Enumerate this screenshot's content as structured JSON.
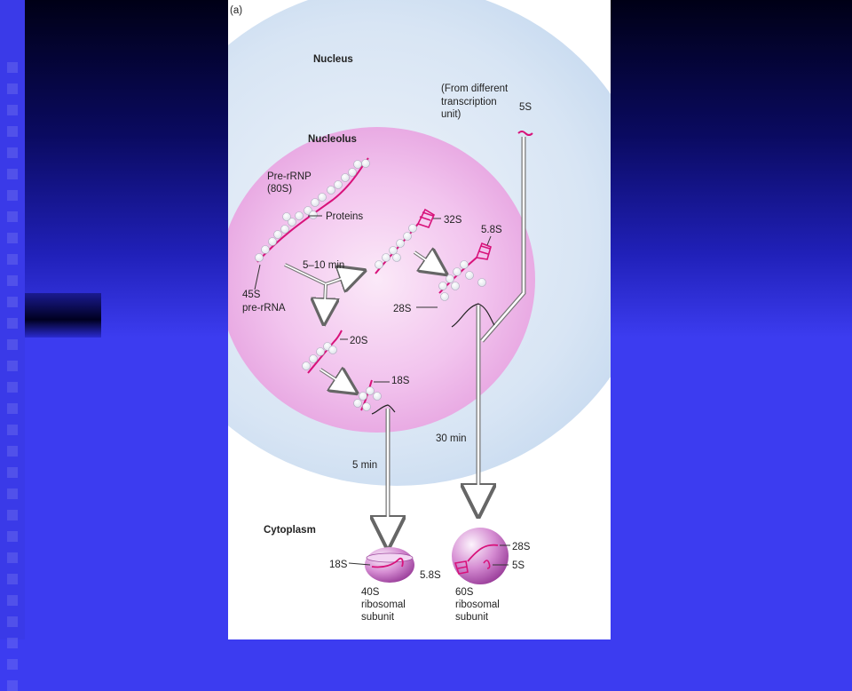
{
  "figure": {
    "panel_label": "(a)",
    "nucleus_label": "Nucleus",
    "nucleolus_label": "Nucleolus",
    "cytoplasm_label": "Cytoplasm",
    "from_different_line1": "(From different",
    "from_different_line2": "transcription",
    "from_different_line3": "unit)",
    "label_5s_top": "5S",
    "pre_rrnp_line1": "Pre-rRNP",
    "pre_rrnp_line2": "(80S)",
    "proteins": "Proteins",
    "pre_rrna_line1": "45S",
    "pre_rrna_line2": "pre-rRNA",
    "time_5_10": "5–10 min",
    "label_32s": "32S",
    "label_5_8s_nucleolus": "5.8S",
    "label_28s_nucleolus": "28S",
    "label_20s": "20S",
    "label_18s_nucleolus": "18S",
    "time_30": "30 min",
    "time_5": "5 min",
    "label_18s_subunit": "18S",
    "subunit_40s_line1": "40S",
    "subunit_40s_line2": "ribosomal",
    "subunit_40s_line3": "subunit",
    "label_5_8s_subunit": "5.8S",
    "label_28s_subunit": "28S",
    "label_5s_subunit": "5S",
    "subunit_60s_line1": "60S",
    "subunit_60s_line2": "ribosomal",
    "subunit_60s_line3": "subunit"
  },
  "colors": {
    "rna": "#d8127a",
    "nucleus": "#cfe0f2",
    "nucleolus": "#ecaee6",
    "ribosome": "#b45ab4",
    "slide_blue": "#3c3cf0"
  }
}
